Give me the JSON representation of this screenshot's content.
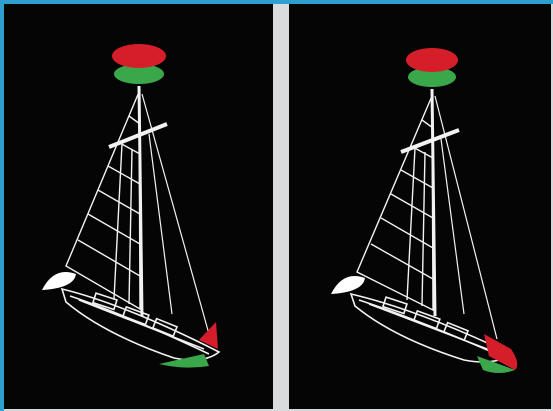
{
  "figure": {
    "panels": [
      {
        "id": "left",
        "subject": "sailboat-under-sail",
        "masthead_light": "red-over-green",
        "sidelights": [
          "red",
          "green"
        ],
        "sternlight": "white"
      },
      {
        "id": "right",
        "subject": "sailboat-under-sail",
        "masthead_light": "red-over-green",
        "sidelights": [
          "red-green-combined-bow-light"
        ],
        "sternlight": "white"
      }
    ],
    "colors": {
      "background": "#050505",
      "divider": "#d9dbdc",
      "border": "#2f9fd0",
      "line_art": "#f2f2f2",
      "red_light": "#d61e2a",
      "green_light": "#3aa84a",
      "white_light": "#ffffff"
    }
  }
}
